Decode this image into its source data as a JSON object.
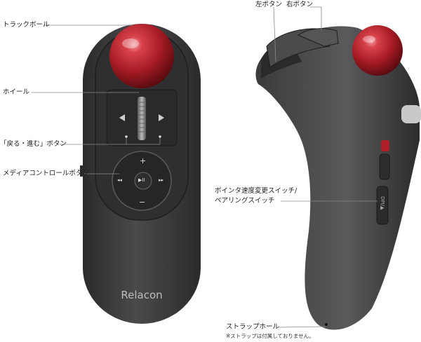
{
  "callouts": {
    "trackball": "トラックボール",
    "wheel": "ホイール",
    "back_forward": "「戻る・進む」ボタン",
    "media_control": "メディアコントロールボタン",
    "left_button": "左ボタン",
    "right_button": "右ボタン",
    "pointer_switch_line1": "ポインタ速度変更スイッチ/",
    "pointer_switch_line2": "ペアリングスイッチ",
    "strap_hole": "ストラップホール",
    "strap_note": "※ストラップは付属しておりません。"
  },
  "device": {
    "brand": "Relacon",
    "media_plus": "+",
    "media_minus": "−",
    "media_prev": "◂◂",
    "media_next": "▸▸",
    "media_play": "▶II",
    "side_switch": "DPI/▲"
  },
  "colors": {
    "body": "#3b3b3d",
    "body_dark": "#232325",
    "ball": "#b5232c",
    "accent_red": "#b01f28"
  }
}
